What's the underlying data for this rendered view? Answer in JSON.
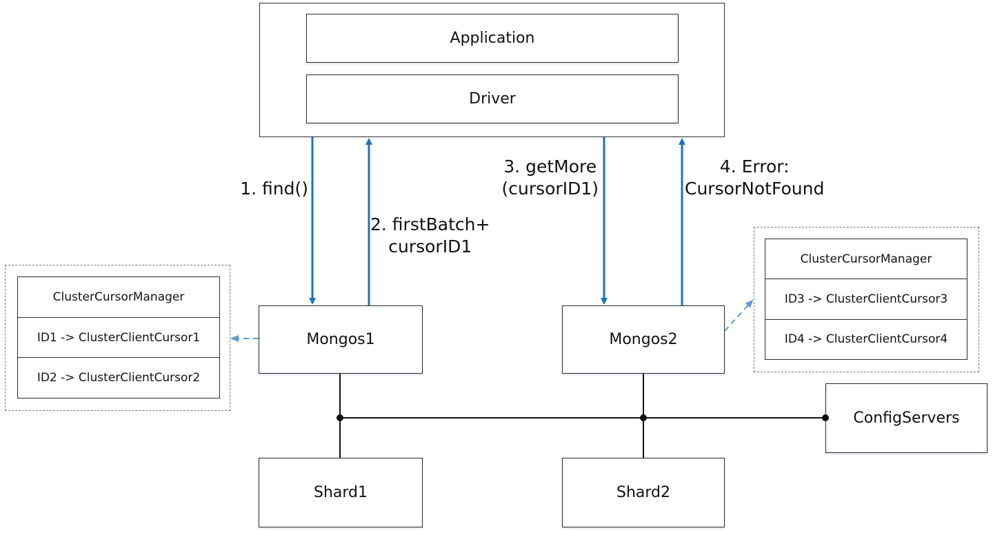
{
  "client": {
    "application_label": "Application",
    "driver_label": "Driver"
  },
  "routers": [
    {
      "label": "Mongos1"
    },
    {
      "label": "Mongos2"
    }
  ],
  "shards": [
    {
      "label": "Shard1"
    },
    {
      "label": "Shard2"
    }
  ],
  "config_servers": {
    "label": "ConfigServers"
  },
  "cursor_managers": [
    {
      "title": "ClusterCursorManager",
      "entries": [
        "ID1 -> ClusterClientCursor1",
        "ID2 -> ClusterClientCursor2"
      ]
    },
    {
      "title": "ClusterCursorManager",
      "entries": [
        "ID3 -> ClusterClientCursor3",
        "ID4 -> ClusterClientCursor4"
      ]
    }
  ],
  "steps": [
    {
      "line1": "1. find()"
    },
    {
      "line1": "2. firstBatch+",
      "line2": "cursorID1"
    },
    {
      "line1": "3. getMore",
      "line2": "(cursorID1)"
    },
    {
      "line1": "4. Error:",
      "line2": "CursorNotFound"
    }
  ],
  "colors": {
    "request_arrow": "#1a73c0",
    "reference_arrow": "#5b9bd5",
    "line": "#111111"
  }
}
